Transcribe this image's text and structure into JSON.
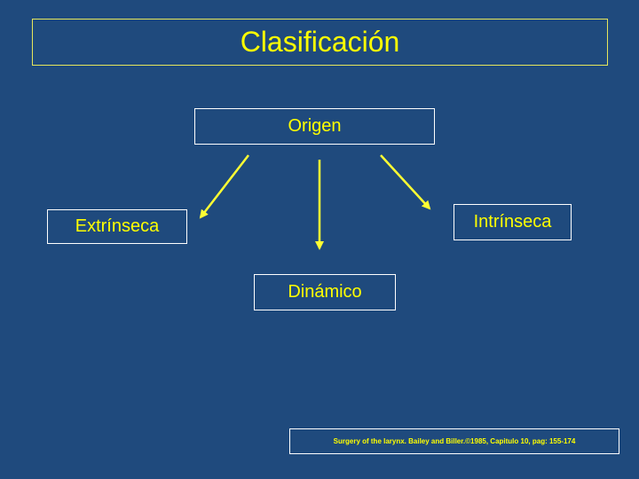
{
  "colors": {
    "background": "#1f4a7d",
    "text": "#ffff00",
    "border": "#ffffff",
    "arrow": "#ffff33"
  },
  "slide": {
    "title": "Clasificación"
  },
  "diagram": {
    "root": "Origen",
    "left_node": "Extrínseca",
    "center_node": "Dinámico",
    "right_node": "Intrínseca"
  },
  "footer": {
    "reference": "Surgery of the larynx. Bailey and Biller.©1985, Capitulo 10, pag: 155-174"
  }
}
